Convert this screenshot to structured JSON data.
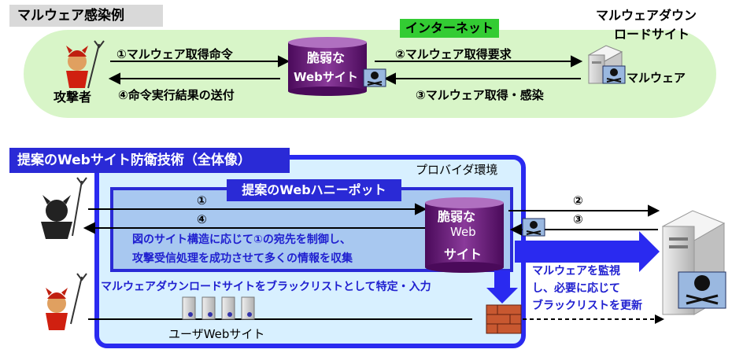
{
  "top": {
    "section_label": "マルウェア感染例",
    "internet": "インターネット",
    "server_title_line1": "マルウェアダウン",
    "server_title_line2": "ロードサイト",
    "vulnerable_line1": "脆弱な",
    "vulnerable_line2": "Webサイト",
    "step1": "①マルウェア取得命令",
    "step2": "②マルウェア取得要求",
    "step3": "③マルウェア取得・感染",
    "step4": "④命令実行結果の送付",
    "attacker": "攻撃者",
    "malware": "マルウェア"
  },
  "bottom": {
    "title": "提案のWebサイト防衛技術（全体像）",
    "provider": "プロバイダ環境",
    "honeypot": "提案のWebハニーポット",
    "n1": "①",
    "n2": "②",
    "n3": "③",
    "n4": "④",
    "desc_line1": "図のサイト構造に応じて①の宛先を制御し、",
    "desc_line2": "攻撃受信処理を成功させて多くの情報を収集",
    "vulnerable_line1": "脆弱な",
    "vulnerable_line2": "Web",
    "vulnerable_line3": "サイト",
    "blacklist_text": "マルウェアダウンロードサイトをブラックリストとして特定・入力",
    "monitor_line1": "マルウェアを監視",
    "monitor_line2": "し、必要に応じて",
    "monitor_line3": "ブラックリストを更新",
    "user_sites": "ユーザWebサイト"
  },
  "colors": {
    "green_band": "#d8f5c8",
    "internet_green": "#33cc33",
    "blue_accent": "#2a2ad6",
    "purple_cylinder": "#6a1a7a",
    "provider_bg": "#d8f0ff"
  }
}
